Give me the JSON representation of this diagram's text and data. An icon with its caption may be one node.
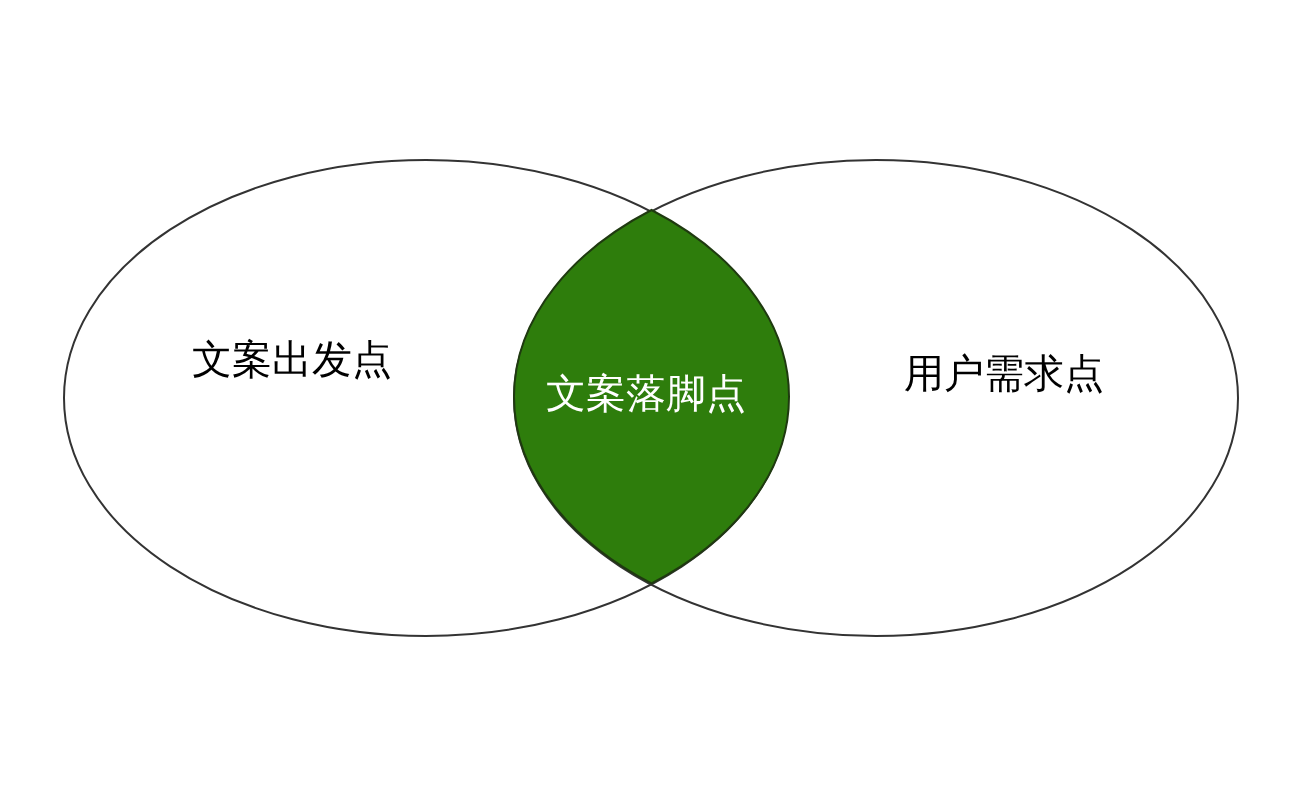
{
  "diagram": {
    "nodes": [
      {
        "text": [
          "文案出发点"
        ]
      },
      {
        "text": [
          "用户需求点"
        ]
      },
      {
        "text": [
          "文案落脚点"
        ]
      }
    ]
  }
}
